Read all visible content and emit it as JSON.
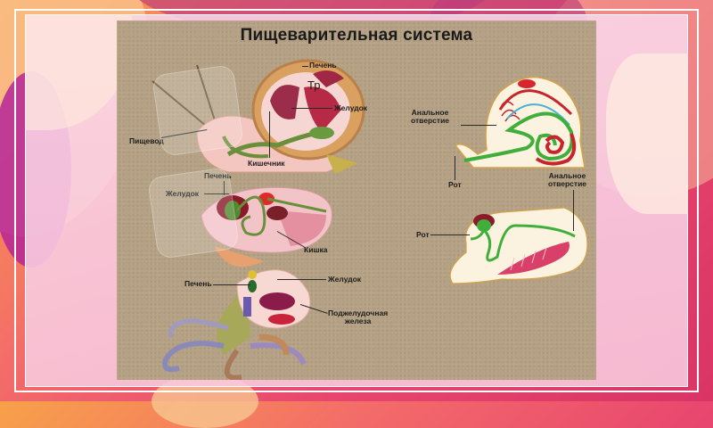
{
  "slide": {
    "title": "Пищеварительная система",
    "colors": {
      "frame_border": "#ffffff",
      "panel_bg": "#f8d0e4",
      "card_bg": "#b5a184",
      "gut_green": "#3fae3a",
      "organ_red": "#c8242c",
      "organ_maroon": "#8a1c2a",
      "vessel_blue": "#4ab0d8"
    }
  },
  "diagrams": {
    "snail_realistic": {
      "labels": {
        "liver": "Печень",
        "tr": "Тр",
        "stomach": "Желудок",
        "esophagus": "Пищевод",
        "intestine": "Кишечник"
      }
    },
    "bivalve_realistic": {
      "labels": {
        "liver": "Печень",
        "stomach": "Желудок",
        "gut": "Кишка"
      }
    },
    "octopus_realistic": {
      "labels": {
        "liver": "Печень",
        "stomach": "Желудок",
        "pancreas_line1": "Поджелудочная",
        "pancreas_line2": "железа"
      }
    },
    "snail_schematic": {
      "labels": {
        "anus_line1": "Анальное",
        "anus_line2": "отверстие",
        "mouth": "Рот"
      }
    },
    "bivalve_schematic": {
      "labels": {
        "anus_line1": "Анальное",
        "anus_line2": "отверстие",
        "mouth": "Рот"
      }
    }
  }
}
